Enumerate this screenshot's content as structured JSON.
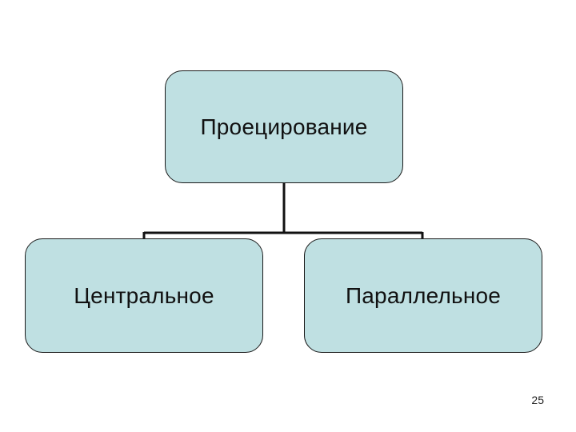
{
  "diagram": {
    "root": {
      "label": "Проецирование"
    },
    "children": [
      {
        "label": "Центральное"
      },
      {
        "label": "Параллельное"
      }
    ],
    "colors": {
      "node_fill": "#bfe0e2",
      "node_border": "#1a1a1a",
      "connector": "#111111"
    }
  },
  "slide": {
    "page_number": "25"
  }
}
